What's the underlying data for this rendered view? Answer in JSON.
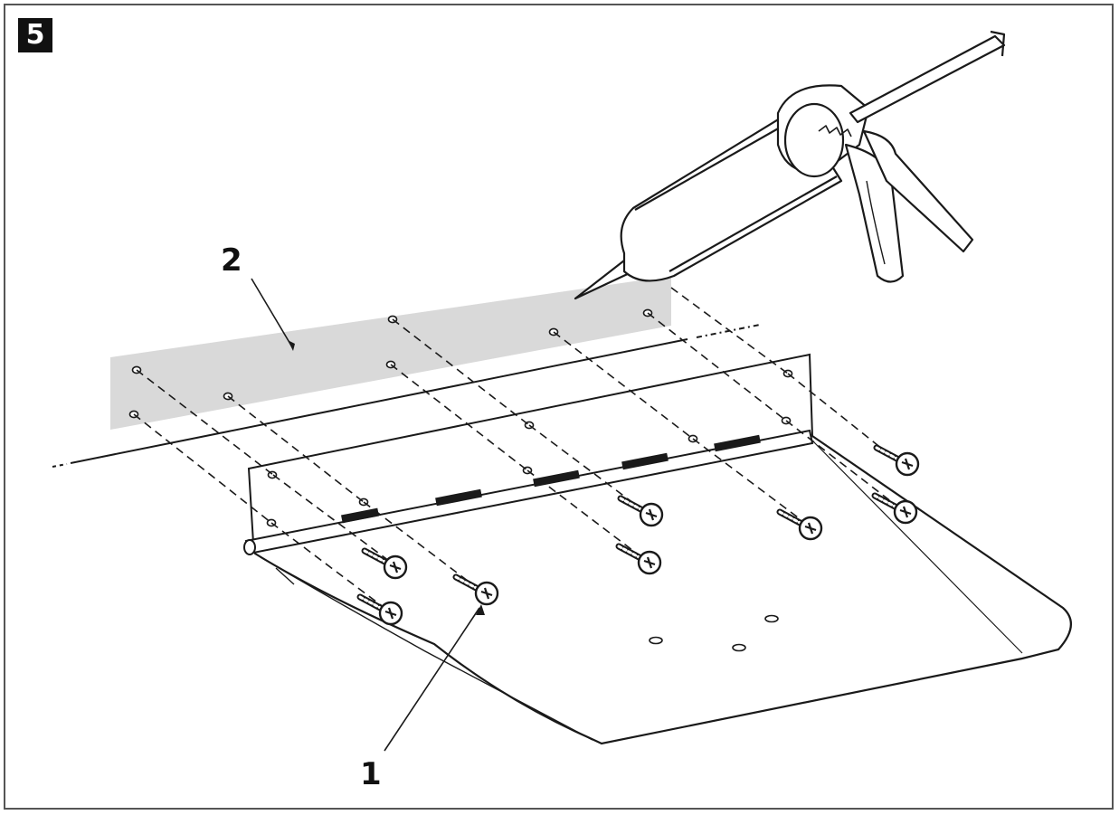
{
  "step": {
    "number": "5"
  },
  "callouts": [
    {
      "label": "2",
      "target": "sealant-strip"
    },
    {
      "label": "1",
      "target": "screw"
    }
  ],
  "colors": {
    "line": "#1a1a1a",
    "sealant": "#d9d9d9",
    "badge": "#111111"
  }
}
